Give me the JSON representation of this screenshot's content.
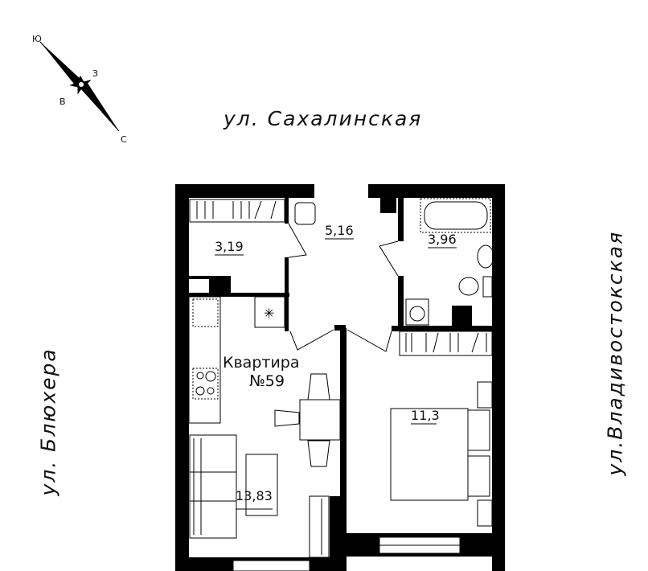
{
  "streets": {
    "top": "ул. Сахалинская",
    "left": "ул. Блюхера",
    "right": "ул.Владивостокская"
  },
  "compass": {
    "n": "Ю",
    "e": "З",
    "w": "В",
    "s": "С"
  },
  "apartment": {
    "title": "Квартира",
    "number": "№59"
  },
  "rooms": {
    "storage": "3,19",
    "hall": "5,16",
    "bathroom": "3,96",
    "bedroom": "11,3",
    "kitchen_living": "13,83"
  }
}
